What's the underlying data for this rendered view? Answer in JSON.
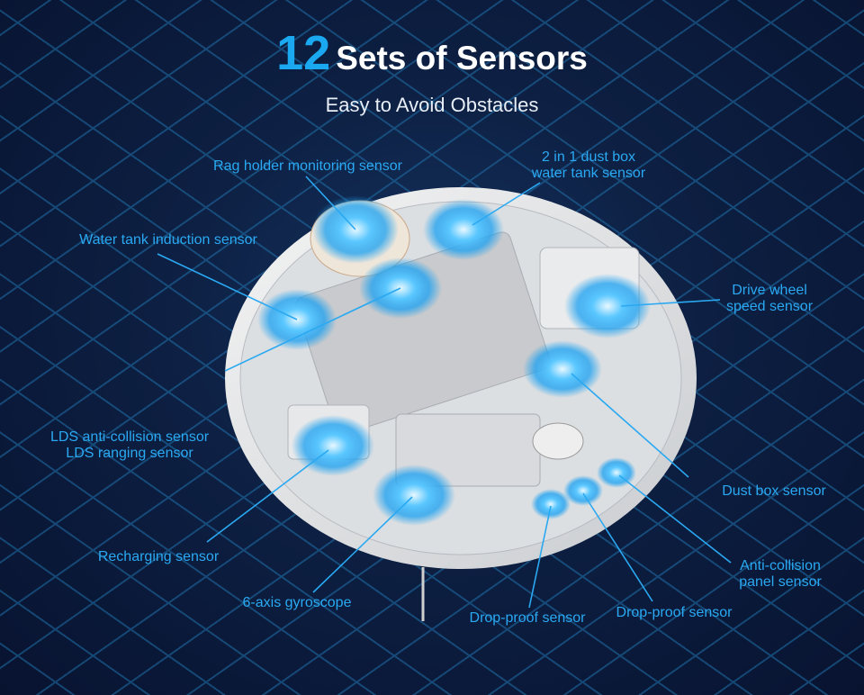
{
  "header": {
    "count": "12",
    "title": "Sets of Sensors",
    "subtitle": "Easy to Avoid Obstacles"
  },
  "colors": {
    "accent": "#1aa8f0",
    "label": "#2aa9f2",
    "background": "#0d1f42"
  },
  "labels": {
    "rag_holder": "Rag holder monitoring sensor",
    "dust_box_water_tank_1": "2 in 1 dust box",
    "dust_box_water_tank_2": "water tank sensor",
    "water_tank_induction": "Water tank induction sensor",
    "drive_wheel_1": "Drive wheel",
    "drive_wheel_2": "speed sensor",
    "lds_1": "LDS anti-collision sensor",
    "lds_2": "LDS ranging sensor",
    "dust_box": "Dust box sensor",
    "recharging": "Recharging sensor",
    "anti_collision_1": "Anti-collision",
    "anti_collision_2": "panel sensor",
    "gyroscope": "6-axis gyroscope",
    "drop_proof_1": "Drop-proof sensor",
    "drop_proof_2": "Drop-proof sensor"
  }
}
